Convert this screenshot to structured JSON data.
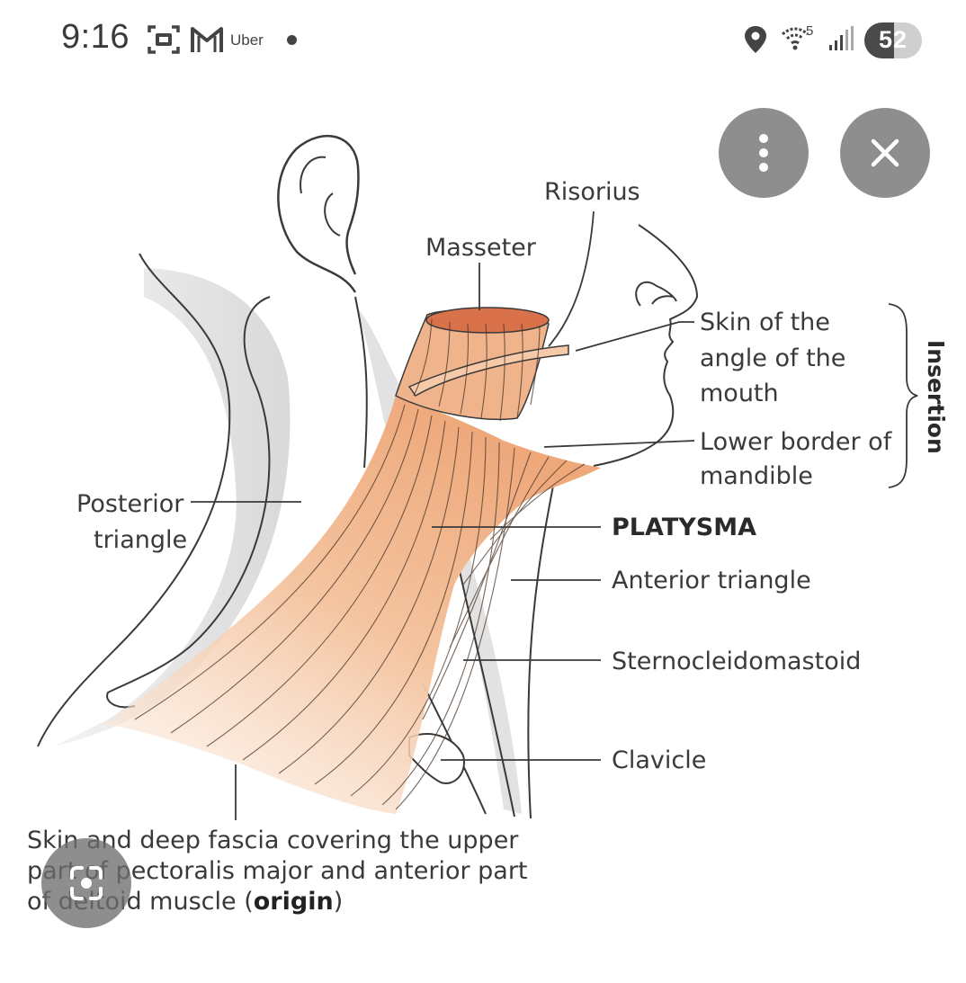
{
  "status_bar": {
    "time": "9:16",
    "notification_app": "Uber",
    "wifi_superscript": "5",
    "battery_level": "52",
    "battery_fraction": 0.52,
    "icons": [
      "screenshot-icon",
      "gmail-icon",
      "location-icon",
      "wifi-icon",
      "signal-icon",
      "battery-icon"
    ]
  },
  "controls": {
    "more_icon": "more-vertical-icon",
    "close_icon": "close-icon",
    "lens_icon": "google-lens-icon"
  },
  "colors": {
    "muscle": "#f0b48c",
    "triangle": "#e6e6e6",
    "line": "#3a3a3a",
    "fab": "#6e6e6e"
  },
  "diagram": {
    "labels": {
      "risorius": "Risorius",
      "masseter": "Masseter",
      "skin_angle_1": "Skin of the",
      "skin_angle_2": "angle of the",
      "skin_angle_3": "mouth",
      "lower_border_1": "Lower border of",
      "lower_border_2": "mandible",
      "insertion": "Insertion",
      "posterior_1": "Posterior",
      "posterior_2": "triangle",
      "platysma": "PLATYSMA",
      "anterior": "Anterior triangle",
      "scm": "Sternocleidomastoid",
      "clavicle": "Clavicle"
    },
    "caption": {
      "line1": "Skin and deep fascia covering the upper",
      "line2": "part of pectoralis major and anterior part",
      "line3_pre": "of deltoid muscle (",
      "line3_bold": "origin",
      "line3_post": ")"
    }
  }
}
